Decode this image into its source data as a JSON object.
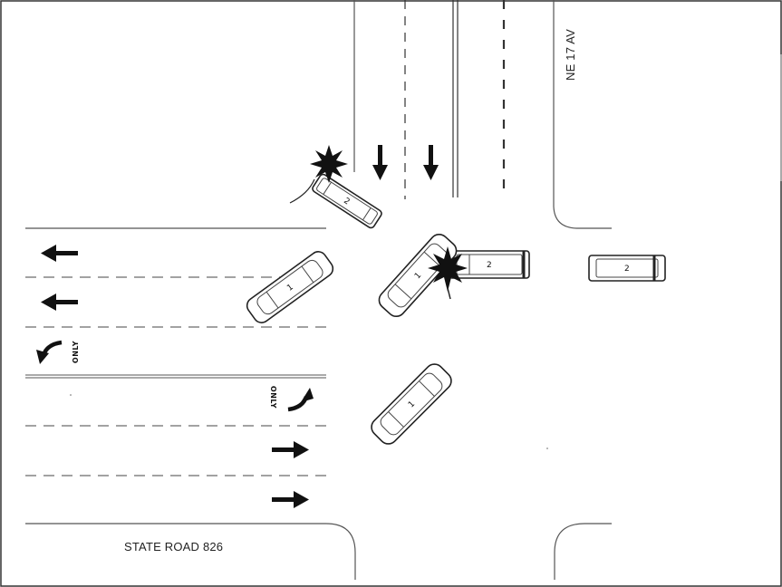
{
  "streets": {
    "north_south": "NE 17 AV",
    "east_west": "STATE ROAD 826"
  },
  "lane_markings": {
    "only_left": "ONLY",
    "only_right": "ONLY"
  },
  "vehicles": {
    "v1_label": "1",
    "v2_label": "2"
  },
  "icons": {
    "impact": "impact-star-icon",
    "arrow": "lane-arrow-icon"
  }
}
